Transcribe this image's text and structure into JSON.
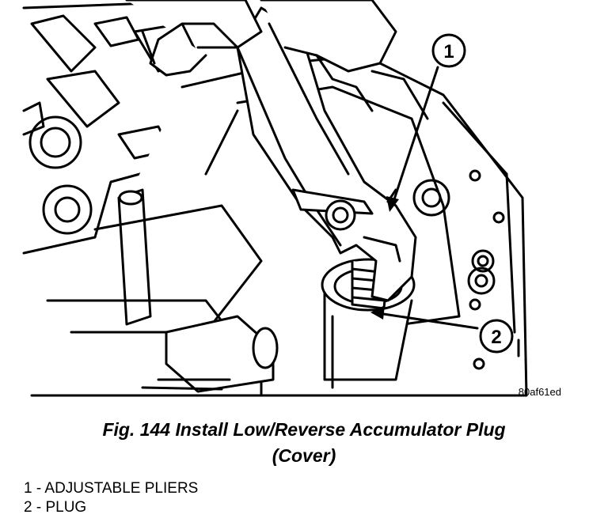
{
  "figure": {
    "callouts": [
      "1",
      "2"
    ],
    "image_code": "80af61ed"
  },
  "caption": {
    "line1": "Fig. 144 Install Low/Reverse Accumulator Plug",
    "line2": "(Cover)"
  },
  "legend": [
    "1 - ADJUSTABLE PLIERS",
    "2 - PLUG"
  ]
}
